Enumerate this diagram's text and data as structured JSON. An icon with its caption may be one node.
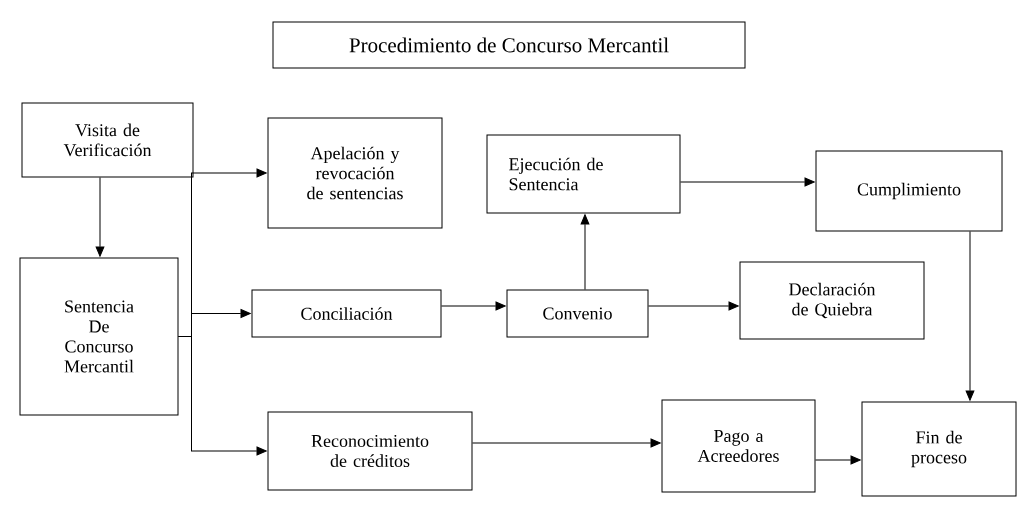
{
  "diagram": {
    "title": "Procedimiento de Concurso Mercantil",
    "nodes": [
      {
        "text": [
          "Visita de Verificación"
        ]
      },
      {
        "text": [
          "Sentencia De Concurso Mercantil"
        ]
      },
      {
        "text": [
          "Apelación y revocación de sentencias"
        ]
      },
      {
        "text": [
          "Conciliación"
        ]
      },
      {
        "text": [
          "Reconocimiento de créditos"
        ]
      },
      {
        "text": [
          "Ejecución de Sentencia"
        ]
      },
      {
        "text": [
          "Convenio"
        ]
      },
      {
        "text": [
          "Cumplimiento"
        ]
      },
      {
        "text": [
          "Declaración de Quiebra"
        ]
      },
      {
        "text": [
          "Pago a Acreedores"
        ]
      },
      {
        "text": [
          "Fin de proceso"
        ]
      }
    ],
    "edges": [
      {
        "from": 0,
        "to": 1,
        "arrow": "to"
      },
      {
        "from": 1,
        "to": 2,
        "arrow": "to"
      },
      {
        "from": 1,
        "to": 3,
        "arrow": "to"
      },
      {
        "from": 1,
        "to": 4,
        "arrow": "to"
      },
      {
        "from": 3,
        "to": 6,
        "arrow": "to"
      },
      {
        "from": 6,
        "to": 5,
        "arrow": "to"
      },
      {
        "from": 6,
        "to": 8,
        "arrow": "to"
      },
      {
        "from": 5,
        "to": 7,
        "arrow": "to"
      },
      {
        "from": 4,
        "to": 9,
        "arrow": "to"
      },
      {
        "from": 7,
        "to": 10,
        "arrow": "to"
      },
      {
        "from": 9,
        "to": 10,
        "arrow": "to"
      }
    ]
  }
}
